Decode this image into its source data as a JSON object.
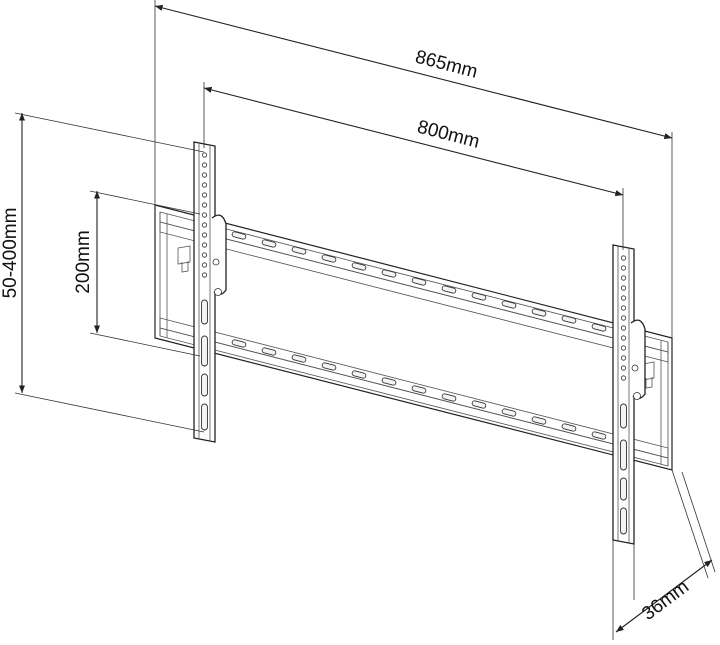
{
  "dimensions": {
    "overall_width": "865mm",
    "hole_spacing": "800mm",
    "vertical_range": "50-400mm",
    "vertical_standard": "200mm",
    "depth": "36mm"
  },
  "colors": {
    "line": "#222222",
    "background": "#ffffff"
  }
}
